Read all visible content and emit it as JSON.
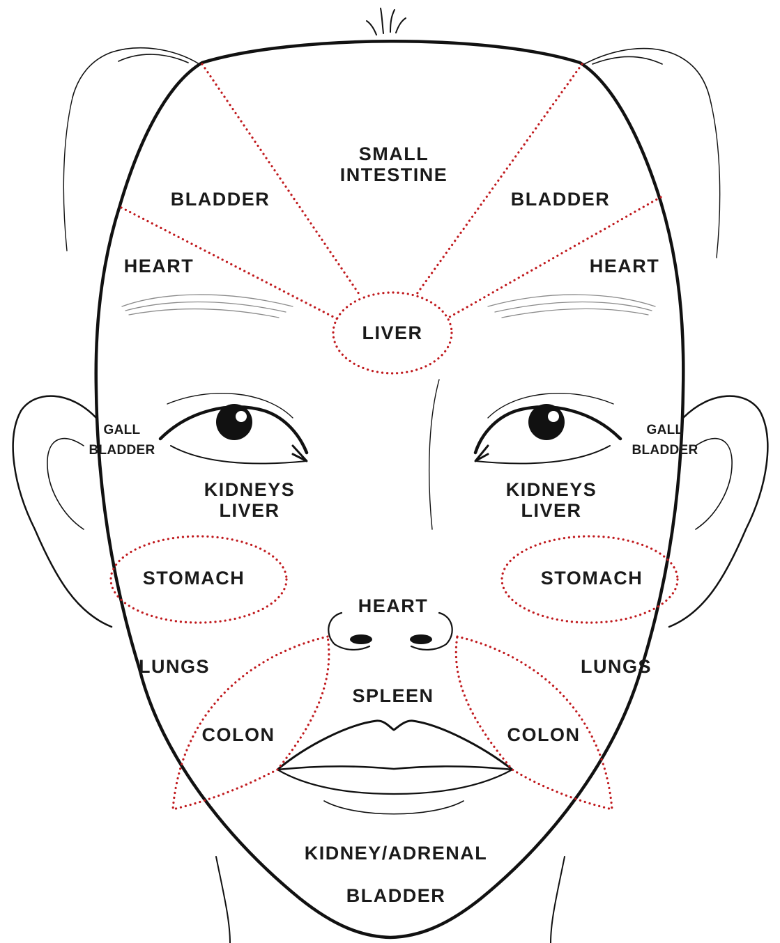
{
  "accent_color": "#c0191d",
  "labels": {
    "small_intestine": "SMALL",
    "small_intestine_2": "INTESTINE",
    "bladder_left": "BLADDER",
    "bladder_right": "BLADDER",
    "heart_left": "HEART",
    "heart_right": "HEART",
    "liver_center": "LIVER",
    "gall_left_1": "GALL",
    "gall_left_2": "BLADDER",
    "gall_right_1": "GALL",
    "gall_right_2": "BLADDER",
    "kidneys_left": "KIDNEYS",
    "liver_left": "LIVER",
    "kidneys_right": "KIDNEYS",
    "liver_right": "LIVER",
    "stomach_left": "STOMACH",
    "stomach_right": "STOMACH",
    "heart_nose": "HEART",
    "lungs_left": "LUNGS",
    "lungs_right": "LUNGS",
    "spleen": "SPLEEN",
    "colon_left": "COLON",
    "colon_right": "COLON",
    "kidney_adrenal": "KIDNEY/ADRENAL",
    "bladder_chin": "BLADDER"
  }
}
